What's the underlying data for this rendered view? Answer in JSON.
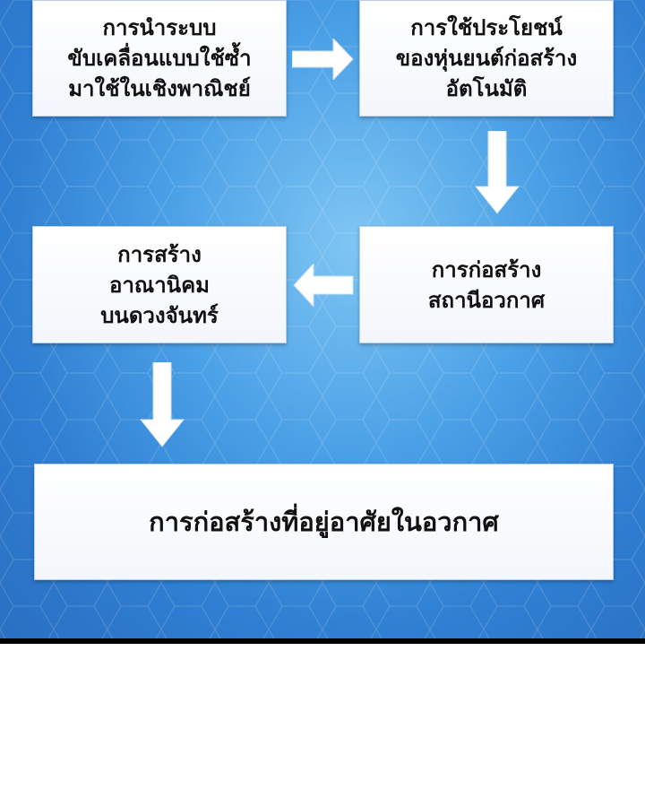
{
  "diagram": {
    "boxes": [
      {
        "id": "b1",
        "lines": [
          "การนำระบบ",
          "ขับเคลื่อนแบบใช้ซ้ำ",
          "มาใช้ในเชิงพาณิชย์"
        ]
      },
      {
        "id": "b2",
        "lines": [
          "การใช้ประโยชน์",
          "ของหุ่นยนต์ก่อสร้าง",
          "อัตโนมัติ"
        ]
      },
      {
        "id": "b3",
        "lines": [
          "การก่อสร้าง",
          "สถานีอวกาศ"
        ]
      },
      {
        "id": "b4",
        "lines": [
          "การสร้าง",
          "อาณานิคม",
          "บนดวงจันทร์"
        ]
      },
      {
        "id": "b5",
        "lines": [
          "การก่อสร้างที่อยู่อาศัยในอวกาศ"
        ]
      }
    ],
    "colors": {
      "background_center": "#7fc6f4",
      "background_edge": "#2a6fc2",
      "box_fill": "#ffffff",
      "arrow_fill": "#ffffff",
      "text": "#111111"
    }
  }
}
